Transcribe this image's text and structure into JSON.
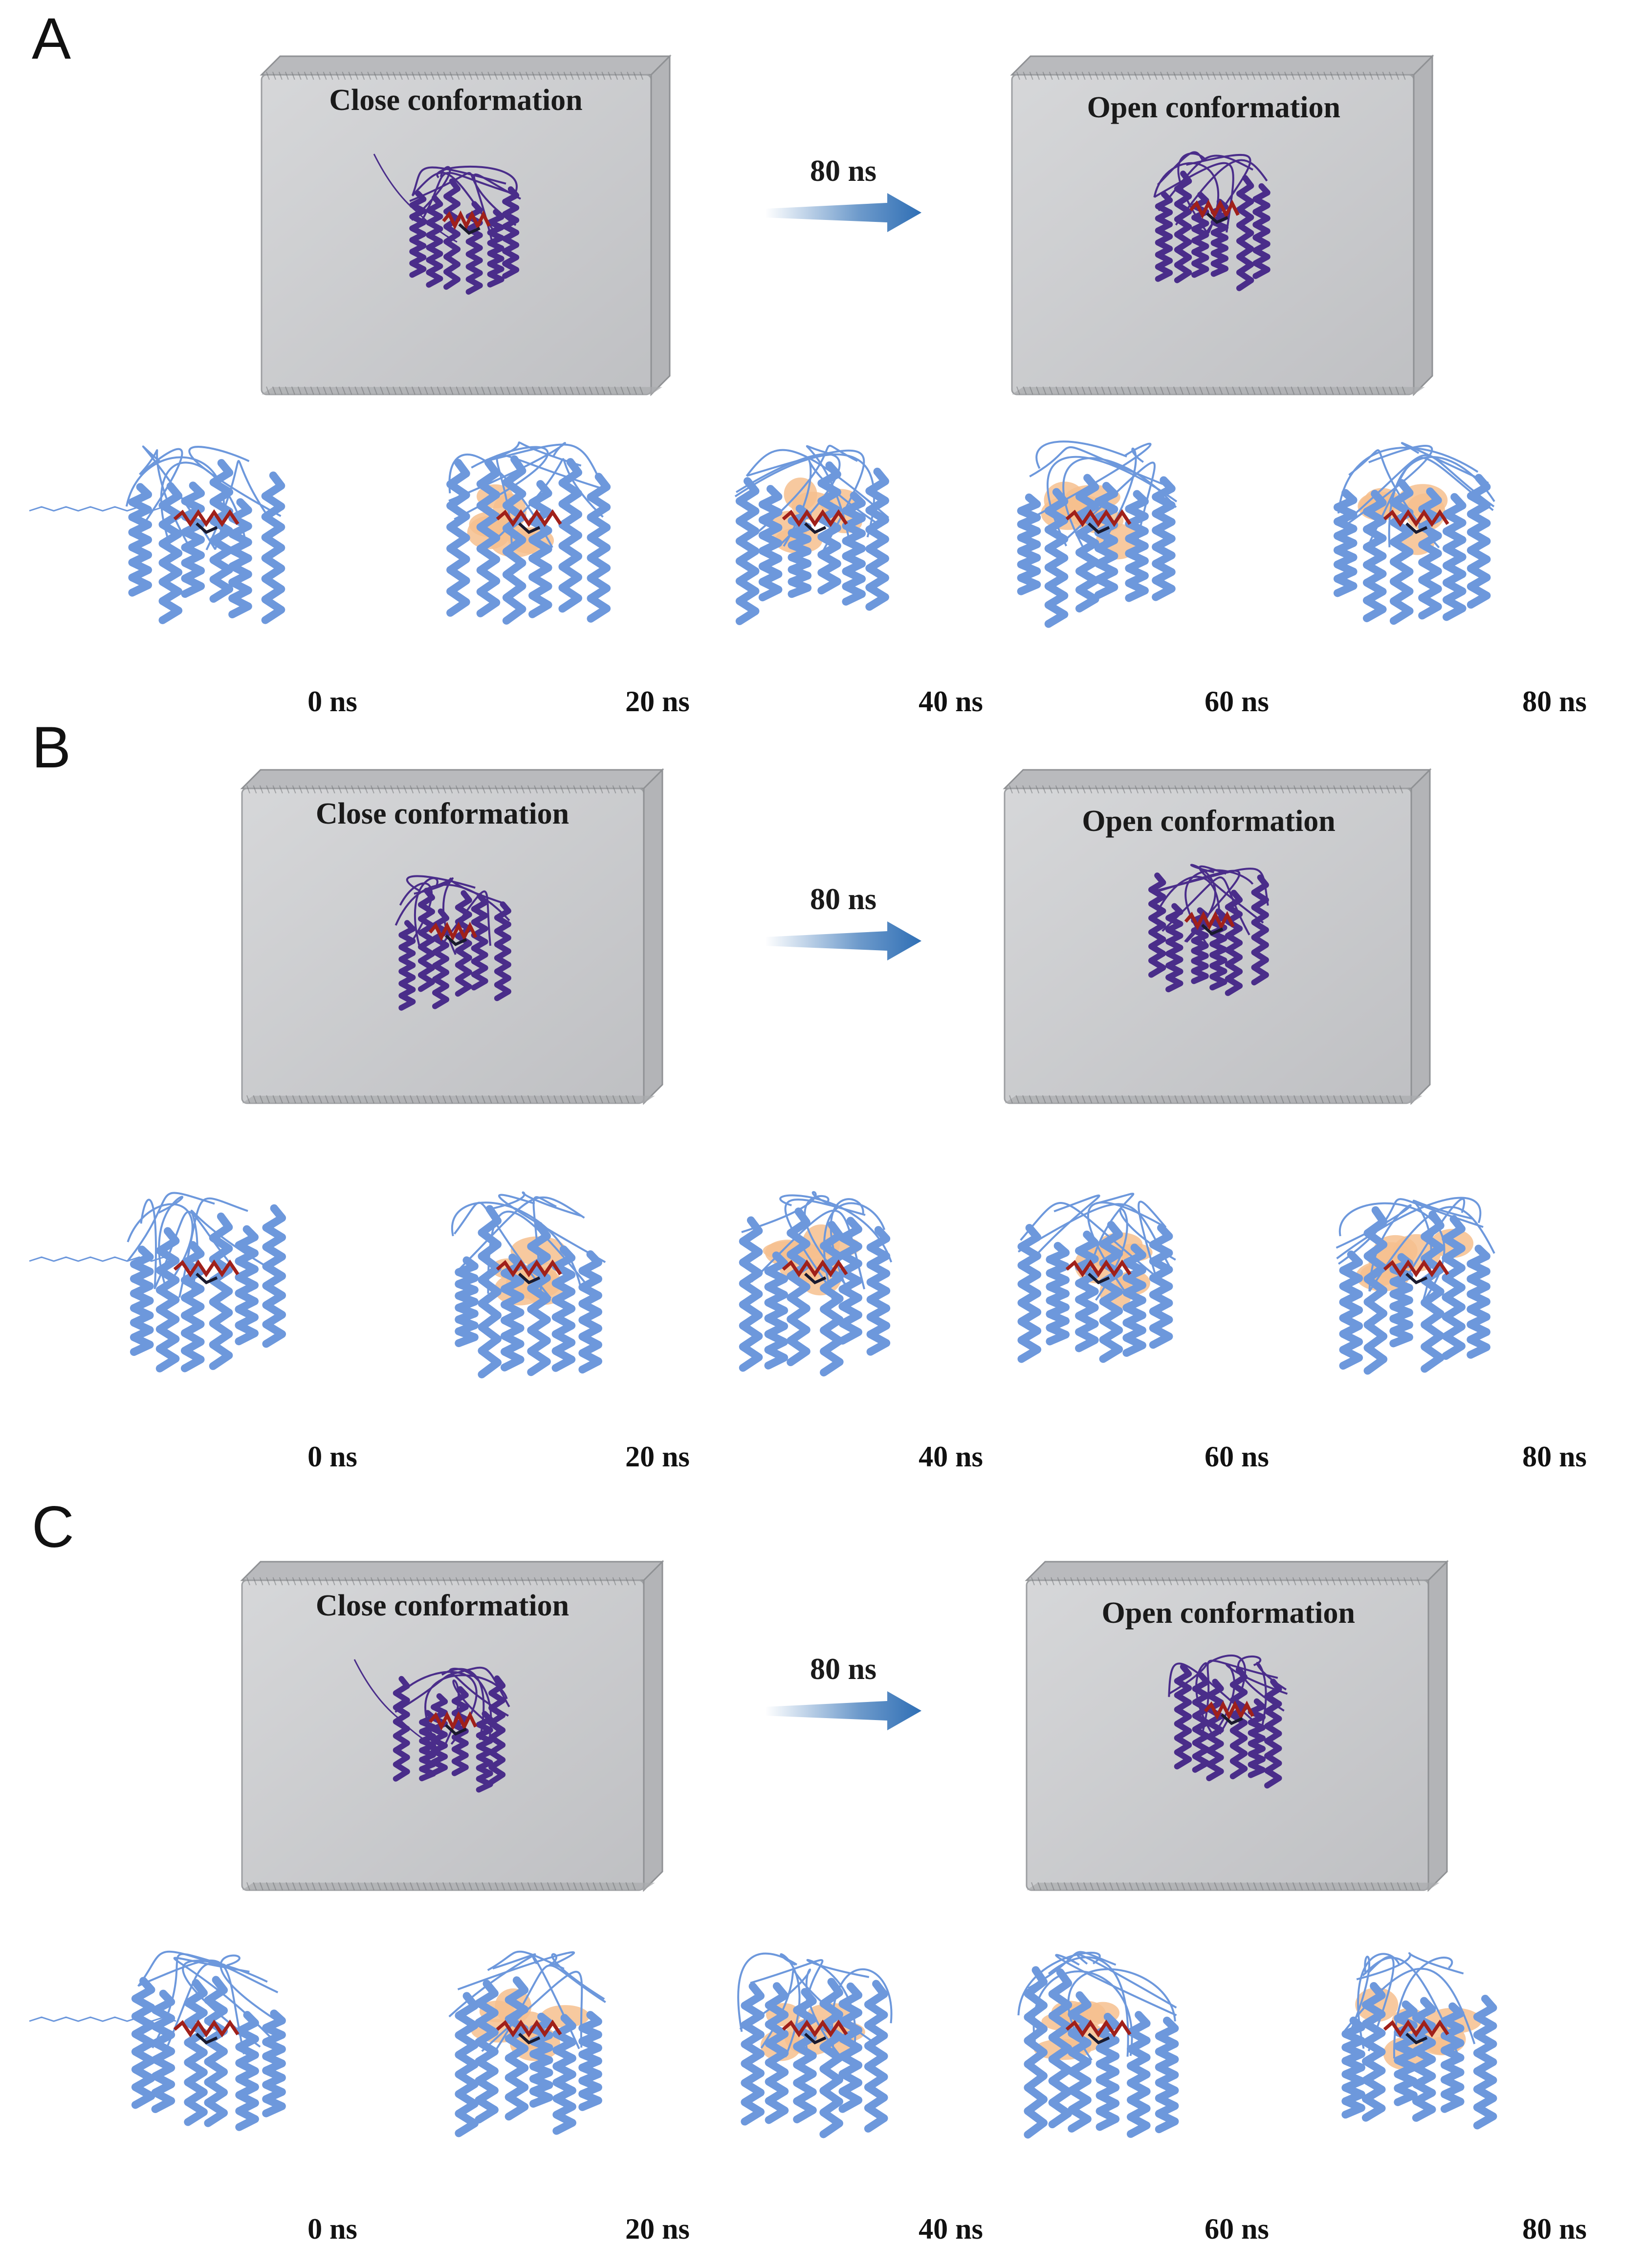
{
  "colors": {
    "water_box": "#c9cacc",
    "water_box_edge": "#8f9194",
    "protein_box": "#4a2d8a",
    "protein_snapshot": "#6d98dc",
    "ligand": "#a0201a",
    "ligand_dark": "#1a1a2e",
    "pocket_surface": "#f6c08e",
    "arrow": "#2f6fb5"
  },
  "icons": {
    "water_box": "translucent-gray-cube",
    "protein": "ribbon-cartoon",
    "arrow": "gradient-right-arrow"
  },
  "panels": [
    {
      "letter": "A",
      "close_label": "Close conformation",
      "open_label": "Open conformation",
      "arrow_label": "80 ns",
      "snapshots": [
        "0 ns",
        "20 ns",
        "40 ns",
        "60 ns",
        "80 ns"
      ]
    },
    {
      "letter": "B",
      "close_label": "Close conformation",
      "open_label": "Open conformation",
      "arrow_label": "80 ns",
      "snapshots": [
        "0 ns",
        "20 ns",
        "40 ns",
        "60 ns",
        "80 ns"
      ]
    },
    {
      "letter": "C",
      "close_label": "Close conformation",
      "open_label": "Open conformation",
      "arrow_label": "80 ns",
      "snapshots": [
        "0 ns",
        "20 ns",
        "40 ns",
        "60 ns",
        "80 ns"
      ]
    }
  ]
}
